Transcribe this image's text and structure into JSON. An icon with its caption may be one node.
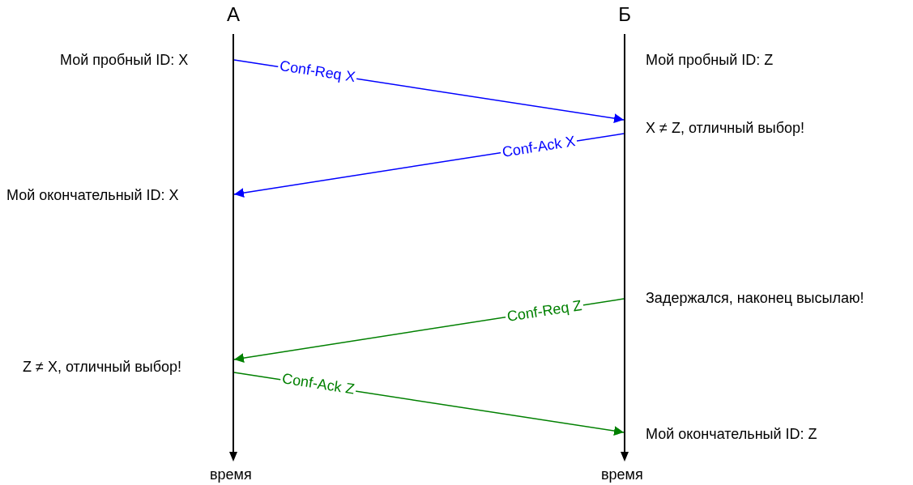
{
  "diagram": {
    "nodes": [
      {
        "text": [
          "А"
        ]
      },
      {
        "text": [
          "Б"
        ]
      }
    ],
    "edges": [
      {
        "from": 0,
        "to": 1,
        "arrow": "to",
        "label": "Conf-Req X",
        "color": "#0000ff"
      },
      {
        "from": 1,
        "to": 0,
        "arrow": "to",
        "label": "Conf-Ack X",
        "color": "#0000ff"
      },
      {
        "from": 1,
        "to": 0,
        "arrow": "to",
        "label": "Conf-Req Z",
        "color": "#008000"
      },
      {
        "from": 0,
        "to": 1,
        "arrow": "to",
        "label": "Conf-Ack Z",
        "color": "#008000"
      }
    ],
    "labels": [
      "Мой пробный ID: X",
      "Мой пробный ID: Z",
      "X ≠ Z, отличный выбор!",
      "Мой окончательный ID: X",
      "Задержался, наконец высылаю!",
      "Z ≠ X, отличный выбор!",
      "Мой окончательный ID: Z",
      "время",
      "время"
    ]
  }
}
